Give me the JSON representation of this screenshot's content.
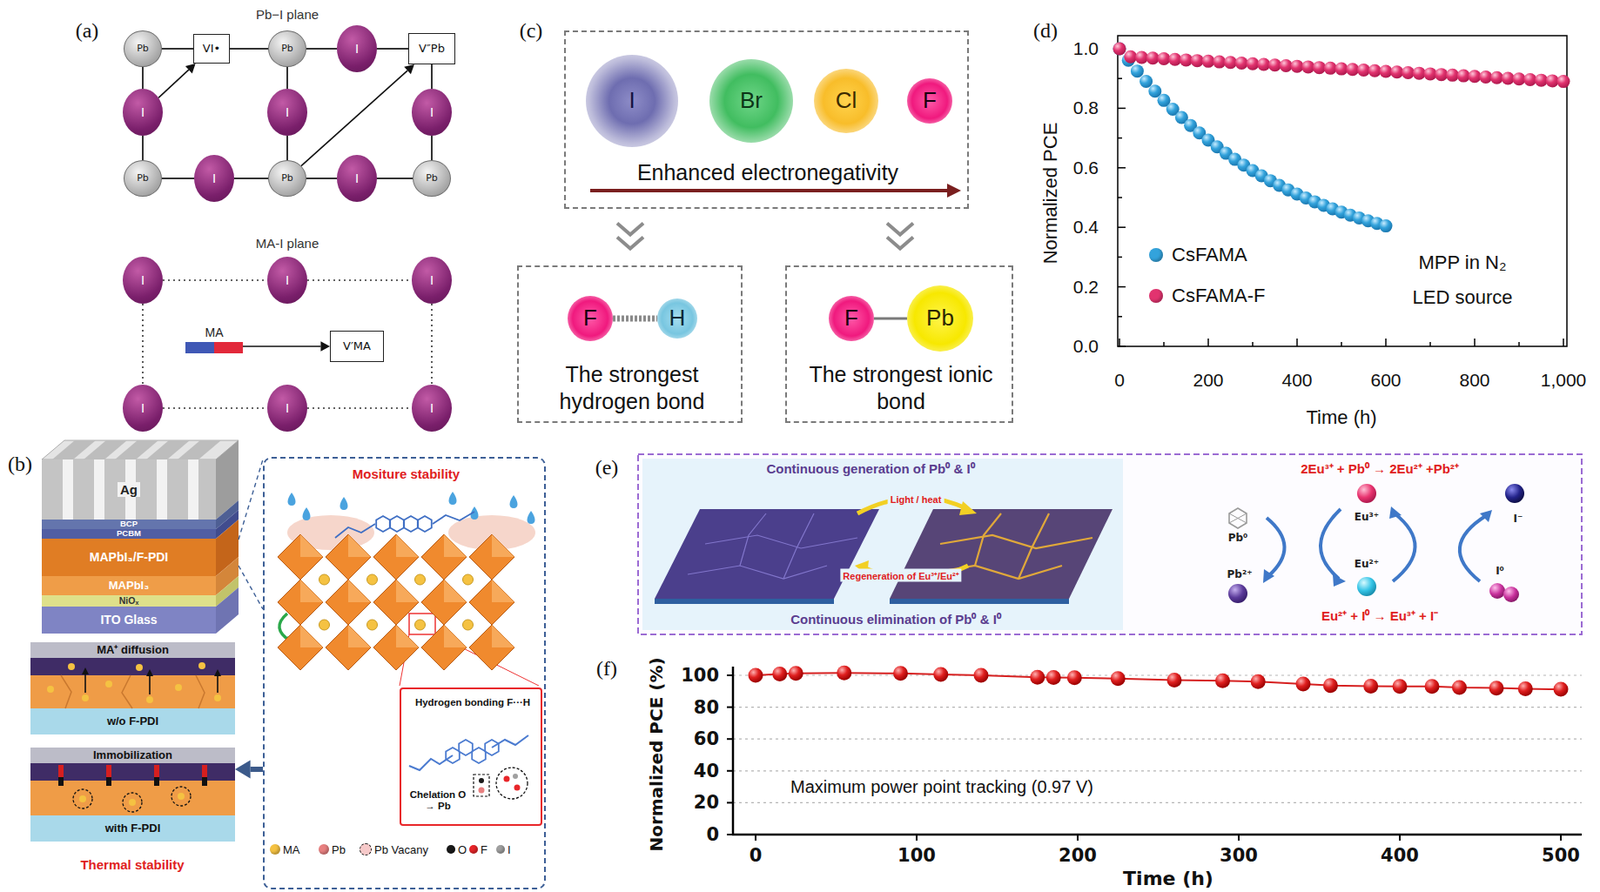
{
  "diagram": {
    "nodes": [
      {
        "text": [
          "Pb"
        ]
      },
      {
        "text": [
          "VI•"
        ]
      },
      {
        "text": [
          "Pb"
        ]
      },
      {
        "text": [
          "I"
        ]
      },
      {
        "text": [
          "V″Pb"
        ]
      },
      {
        "text": [
          "I"
        ]
      },
      {
        "text": [
          "I"
        ]
      },
      {
        "text": [
          "I"
        ]
      },
      {
        "text": [
          "Pb"
        ]
      },
      {
        "text": [
          "I"
        ]
      },
      {
        "text": [
          "Pb"
        ]
      },
      {
        "text": [
          "I"
        ]
      },
      {
        "text": [
          "Pb"
        ]
      },
      {
        "text": [
          "I"
        ]
      },
      {
        "text": [
          "I"
        ]
      },
      {
        "text": [
          "I"
        ]
      },
      {
        "text": [
          "MA"
        ]
      },
      {
        "text": [
          "V′MA"
        ]
      },
      {
        "text": [
          "I"
        ]
      },
      {
        "text": [
          "I"
        ]
      },
      {
        "text": [
          "I"
        ]
      },
      {
        "text": [
          "Enhanced electronegativity"
        ]
      },
      {
        "text": [
          "I"
        ],
        "in": 21
      },
      {
        "text": [
          "Br"
        ],
        "in": 21
      },
      {
        "text": [
          "Cl"
        ],
        "in": 21
      },
      {
        "text": [
          "F"
        ],
        "in": 21
      },
      {
        "text": [
          "The strongest hydrogen bond"
        ]
      },
      {
        "text": [
          "F"
        ],
        "in": 26
      },
      {
        "text": [
          "H"
        ],
        "in": 26
      },
      {
        "text": [
          "The strongest ionic bond"
        ]
      },
      {
        "text": [
          "F"
        ],
        "in": 29
      },
      {
        "text": [
          "Pb"
        ],
        "in": 29
      },
      {
        "text": [
          "Ag"
        ]
      },
      {
        "text": [
          "BCP"
        ]
      },
      {
        "text": [
          "PCBM"
        ]
      },
      {
        "text": [
          "MAPbI₃/F-PDI"
        ]
      },
      {
        "text": [
          "MAPbI₃"
        ]
      },
      {
        "text": [
          "NiOₓ"
        ]
      },
      {
        "text": [
          "ITO Glass"
        ]
      },
      {
        "text": [
          "MA⁺ diffusion",
          "w/o F-PDI"
        ]
      },
      {
        "text": [
          "Immobilization",
          "with F-PDI"
        ]
      },
      {
        "text": [
          "Mositure stability"
        ]
      },
      {
        "text": [
          "Hydrogen bonding F···H",
          "Chelation O → Pb"
        ],
        "in": 41
      }
    ],
    "edges": [
      {
        "from": 0,
        "to": 1,
        "arrow": "none"
      },
      {
        "from": 1,
        "to": 2,
        "arrow": "none"
      },
      {
        "from": 2,
        "to": 3,
        "arrow": "none"
      },
      {
        "from": 3,
        "to": 4,
        "arrow": "none"
      },
      {
        "from": 0,
        "to": 5,
        "arrow": "none"
      },
      {
        "from": 5,
        "to": 8,
        "arrow": "none"
      },
      {
        "from": 2,
        "to": 6,
        "arrow": "none"
      },
      {
        "from": 6,
        "to": 10,
        "arrow": "none"
      },
      {
        "from": 4,
        "to": 7,
        "arrow": "none"
      },
      {
        "from": 7,
        "to": 12,
        "arrow": "none"
      },
      {
        "from": 8,
        "to": 9,
        "arrow": "none"
      },
      {
        "from": 9,
        "to": 10,
        "arrow": "none"
      },
      {
        "from": 10,
        "to": 11,
        "arrow": "none"
      },
      {
        "from": 11,
        "to": 12,
        "arrow": "none"
      },
      {
        "from": 5,
        "to": 1,
        "arrow": "to"
      },
      {
        "from": 10,
        "to": 4,
        "arrow": "to"
      },
      {
        "from": 13,
        "to": 14,
        "arrow": "none"
      },
      {
        "from": 14,
        "to": 15,
        "arrow": "none"
      },
      {
        "from": 18,
        "to": 19,
        "arrow": "none"
      },
      {
        "from": 19,
        "to": 20,
        "arrow": "none"
      },
      {
        "from": 13,
        "to": 18,
        "arrow": "none"
      },
      {
        "from": 15,
        "to": 20,
        "arrow": "none"
      },
      {
        "from": 16,
        "to": 17,
        "arrow": "to"
      },
      {
        "from": 21,
        "to": 26,
        "arrow": "to"
      },
      {
        "from": 21,
        "to": 29,
        "arrow": "to"
      },
      {
        "from": 27,
        "to": 28,
        "arrow": "none"
      },
      {
        "from": 30,
        "to": 31,
        "arrow": "none"
      },
      {
        "from": 41,
        "to": 40,
        "arrow": "to"
      }
    ],
    "labels": [
      "(a)",
      "Pb−I plane",
      "MA-I plane",
      "(c)",
      "(d)",
      "1.0",
      "0.8",
      "0.6",
      "0.4",
      "0.2",
      "0.0",
      "0",
      "200",
      "400",
      "600",
      "800",
      "1,000",
      "Normalized PCE",
      "Time (h)",
      "MPP in N₂",
      "LED source",
      "(b)",
      "Thermal stability",
      "(e)",
      "Continuous generation of Pb⁰ & I⁰",
      "Light / heat",
      "Regeneration of Eu³⁺/Eu²⁺",
      "Continuous elimination of Pb⁰ & I⁰",
      "2Eu³⁺ + Pb⁰ → 2Eu²⁺ +Pb²⁺",
      "Pb⁰",
      "Eu³⁺",
      "I⁻",
      "Pb²⁺",
      "Eu²⁺",
      "I⁰",
      "Eu²⁺ + I⁰ → Eu³⁺ + I⁻",
      "(f)",
      "100",
      "80",
      "60",
      "40",
      "20",
      "0",
      "0",
      "100",
      "200",
      "300",
      "400",
      "500",
      "Normalized PCE (%)",
      "Time (h)",
      "Maximum power point tracking (0.97 V)"
    ],
    "legend": [
      {
        "text": "CsFAMA",
        "color": "#33a3dc"
      },
      {
        "text": "CsFAMA-F",
        "color": "#e2336f"
      },
      {
        "text": "MA",
        "color": "#f5c242"
      },
      {
        "text": "Pb",
        "color": "#e88080"
      },
      {
        "text": "Pb Vacany"
      },
      {
        "text": "O",
        "color": "#1a1a1a"
      },
      {
        "text": "F",
        "color": "#e8262a"
      },
      {
        "text": "I",
        "color": "#a0a0a0"
      }
    ]
  }
}
